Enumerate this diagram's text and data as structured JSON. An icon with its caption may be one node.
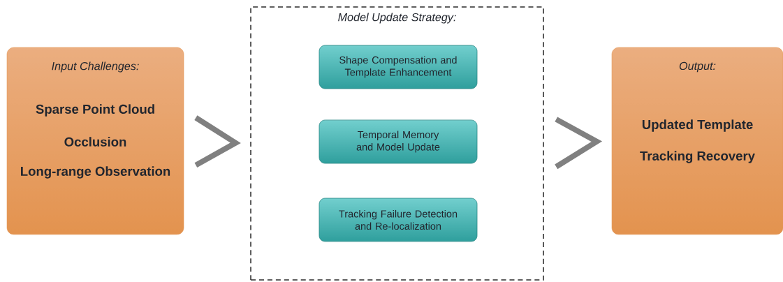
{
  "diagram": {
    "nodes": [
      {
        "text": [
          "Input Challenges:",
          "Sparse Point Cloud",
          "Occlusion",
          "Long-range Observation"
        ]
      },
      {
        "text": [
          "Model Update Strategy:"
        ]
      },
      {
        "text": [
          "Shape Compensation and Template Enhancement"
        ],
        "in": 1
      },
      {
        "text": [
          "Temporal Memory and Model Update"
        ],
        "in": 1
      },
      {
        "text": [
          "Tracking Failure Detection and Re-localization"
        ],
        "in": 1
      },
      {
        "text": [
          "Output:",
          "Updated Template",
          "Tracking Recovery"
        ]
      }
    ],
    "edges": [
      {
        "from": 0,
        "to": 1,
        "arrow": "to"
      },
      {
        "from": 1,
        "to": 5,
        "arrow": "to"
      }
    ]
  }
}
